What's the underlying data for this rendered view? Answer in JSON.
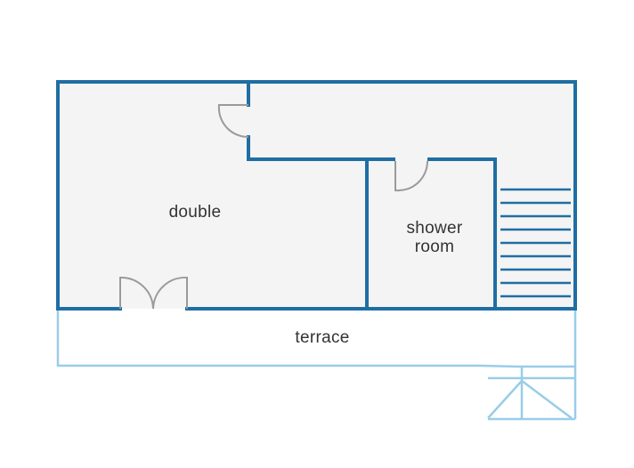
{
  "rooms": {
    "double": {
      "label": "double"
    },
    "shower": {
      "label_line1": "shower",
      "label_line2": "room"
    },
    "terrace": {
      "label": "terrace"
    }
  },
  "colors": {
    "wall": "#1f6ea3",
    "terrace_outline": "#99cde9",
    "floor": "#f4f4f4",
    "door": "#9a9a9a",
    "label": "#333333"
  }
}
